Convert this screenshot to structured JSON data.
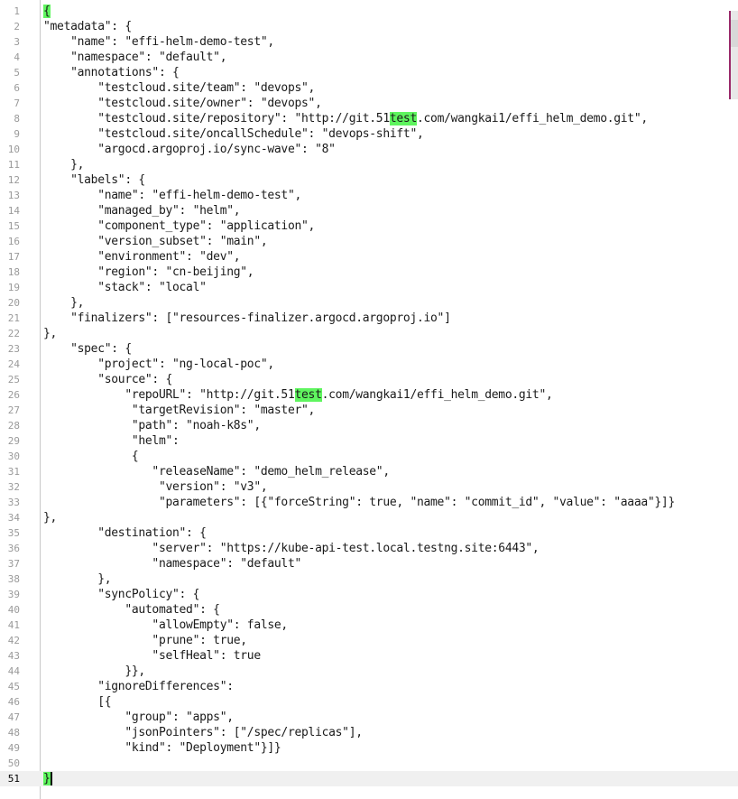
{
  "editor": {
    "current_line": 51,
    "highlight_term": "test",
    "highlight_color": "#5ff55f",
    "lines": [
      "{",
      "\"metadata\": {",
      "    \"name\": \"effi-helm-demo-test\",",
      "    \"namespace\": \"default\",",
      "    \"annotations\": {",
      "        \"testcloud.site/team\": \"devops\",",
      "        \"testcloud.site/owner\": \"devops\",",
      "        \"testcloud.site/repository\": \"http://git.51test.com/wangkai1/effi_helm_demo.git\",",
      "        \"testcloud.site/oncallSchedule\": \"devops-shift\",",
      "        \"argocd.argoproj.io/sync-wave\": \"8\"",
      "    },",
      "    \"labels\": {",
      "        \"name\": \"effi-helm-demo-test\",",
      "        \"managed_by\": \"helm\",",
      "        \"component_type\": \"application\",",
      "        \"version_subset\": \"main\",",
      "        \"environment\": \"dev\",",
      "        \"region\": \"cn-beijing\",",
      "        \"stack\": \"local\"",
      "    },",
      "    \"finalizers\": [\"resources-finalizer.argocd.argoproj.io\"]",
      "},",
      "    \"spec\": {",
      "        \"project\": \"ng-local-poc\",",
      "        \"source\": {",
      "            \"repoURL\": \"http://git.51test.com/wangkai1/effi_helm_demo.git\",",
      "             \"targetRevision\": \"master\",",
      "             \"path\": \"noah-k8s\",",
      "             \"helm\":",
      "             {",
      "                \"releaseName\": \"demo_helm_release\",",
      "                 \"version\": \"v3\",",
      "                 \"parameters\": [{\"forceString\": true, \"name\": \"commit_id\", \"value\": \"aaaa\"}]}",
      "},",
      "        \"destination\": {",
      "                \"server\": \"https://kube-api-test.local.testng.site:6443\",",
      "                \"namespace\": \"default\"",
      "        },",
      "        \"syncPolicy\": {",
      "            \"automated\": {",
      "                \"allowEmpty\": false,",
      "                \"prune\": true,",
      "                \"selfHeal\": true",
      "            }},",
      "        \"ignoreDifferences\":",
      "        [{",
      "            \"group\": \"apps\",",
      "            \"jsonPointers\": [\"/spec/replicas\"],",
      "            \"kind\": \"Deployment\"}]}",
      "",
      "}"
    ]
  }
}
